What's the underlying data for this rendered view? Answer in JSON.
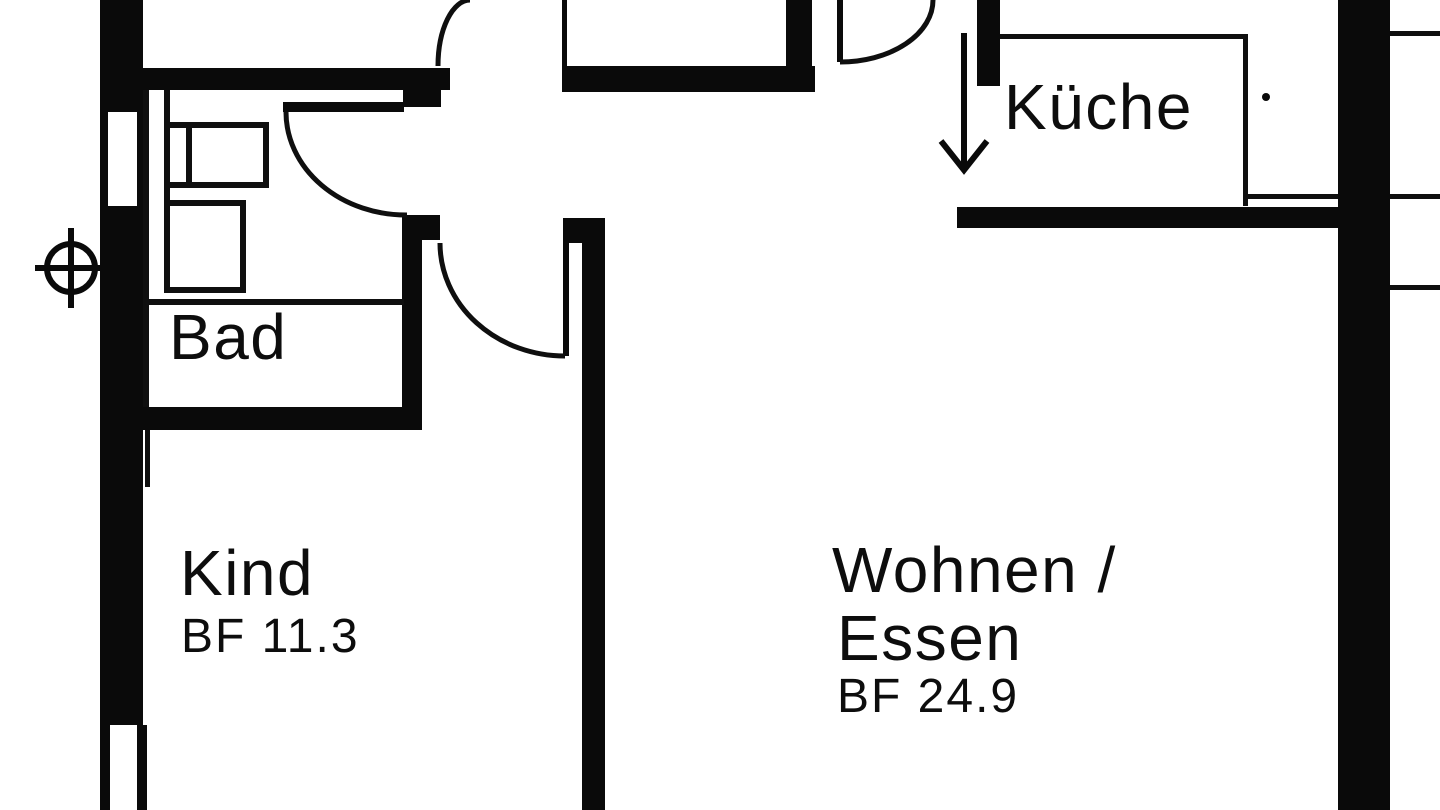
{
  "document": {
    "type": "architectural floor plan (cropped scan)",
    "language": "de"
  },
  "colors": {
    "ink": "#0a0a0a",
    "paper": "#ffffff"
  },
  "rooms": {
    "kueche": {
      "label": "Küche"
    },
    "bad": {
      "label": "Bad"
    },
    "kind": {
      "label": "Kind",
      "area": "BF 11.3"
    },
    "wohnen": {
      "line1": "Wohnen /",
      "line2": "Essen",
      "area": "BF 24.9"
    }
  },
  "symbols": {
    "crosshair": "survey/reference point on left outer wall",
    "arrow": "entrance direction arrow into Küche",
    "doors": "quarter-circle door swings",
    "windows": "white gaps in left outer wall"
  }
}
